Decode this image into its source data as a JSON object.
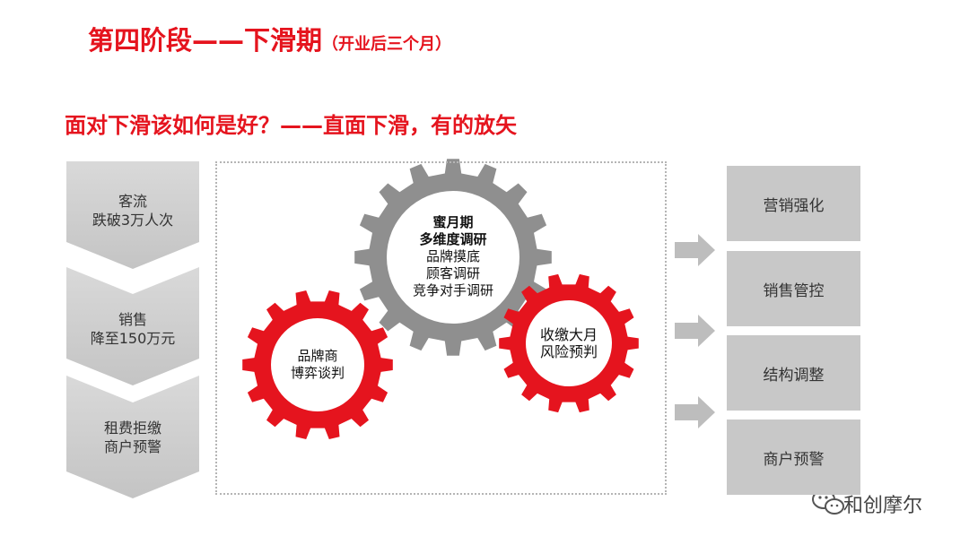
{
  "header": {
    "title": "第四阶段——下滑期",
    "title_note": "（开业后三个月）",
    "subtitle": "面对下滑该如何是好？——直面下滑，有的放矢"
  },
  "left_flow": [
    {
      "line1": "客流",
      "line2": "跌破3万人次"
    },
    {
      "line1": "销售",
      "line2": "降至150万元"
    },
    {
      "line1": "租费拒缴",
      "line2": "商户预警"
    }
  ],
  "gears": {
    "main": {
      "title": "蜜月期",
      "subtitle": "多维度调研",
      "items": [
        "品牌摸底",
        "顾客调研",
        "竞争对手调研"
      ]
    },
    "left": {
      "line1": "品牌商",
      "line2": "博弈谈判"
    },
    "right": {
      "line1": "收缴大月",
      "line2": "风险预判"
    }
  },
  "right_list": [
    "营销强化",
    "销售管控",
    "结构调整",
    "商户预警"
  ],
  "watermark": {
    "text": "和创摩尔"
  },
  "colors": {
    "accent": "#e5141e",
    "gear_gray": "#8f8f8f",
    "box_gray": "#c8c8c8",
    "chevron_gray": "#cfcfcf"
  }
}
